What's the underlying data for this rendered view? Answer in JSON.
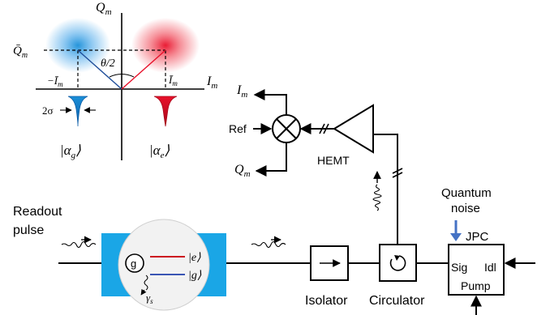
{
  "phase_space": {
    "axis_vertical": "Q",
    "axis_vertical_sub": "m",
    "axis_horizontal": "I",
    "axis_horizontal_sub": "m",
    "q_bar": "Q̄",
    "q_bar_sub": "m",
    "minus_i_bar": "−Ī",
    "minus_i_bar_sub": "m",
    "i_bar": "Ī",
    "i_bar_sub": "m",
    "theta": "θ/2",
    "sigma": "2σ",
    "state_g": "|α",
    "state_g_sub": "g",
    "state_e": "|α",
    "state_e_sub": "e",
    "ket_close": "⟩",
    "colors": {
      "ground": "#1a8fd8",
      "excited": "#e8102a"
    }
  },
  "mixer": {
    "label_i": "I",
    "label_i_sub": "m",
    "label_ref": "Ref",
    "label_q": "Q",
    "label_q_sub": "m"
  },
  "amplifier": {
    "label": "HEMT"
  },
  "readout": {
    "line1": "Readout",
    "line2": "pulse"
  },
  "cavity": {
    "label_e": "|e⟩",
    "label_g": "|g⟩",
    "qubit_symbol": "g",
    "decay": "γ",
    "decay_sub": "s",
    "colors": {
      "walls": "#1aa6e6",
      "e_line": "#cc1020",
      "g_line": "#3a55b4"
    }
  },
  "components": {
    "isolator": "Isolator",
    "circulator": "Circulator",
    "quantum_noise_line1": "Quantum",
    "quantum_noise_line2": "noise",
    "jpc": "JPC",
    "sig": "Sig",
    "idl": "Idl",
    "pump": "Pump",
    "noise_arrow_color": "#4472c4"
  }
}
